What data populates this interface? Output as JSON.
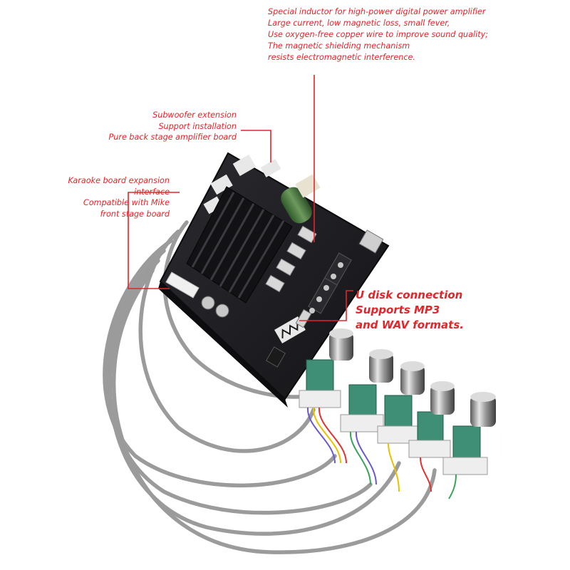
{
  "callouts": {
    "inductor": {
      "lines": [
        "Special inductor for high-power digital power amplifier",
        "Large current, low magnetic loss, small fever,",
        "Use oxygen-free copper wire to improve sound quality;",
        "The magnetic shielding mechanism",
        "resists electromagnetic interference."
      ]
    },
    "subwoofer": {
      "lines": [
        "Subwoofer extension",
        "Support installation",
        "Pure back stage amplifier board"
      ]
    },
    "karaoke": {
      "lines": [
        "Karaoke board expansion",
        "interface",
        "Compatible with Mike",
        "front stage board"
      ]
    },
    "udisk": {
      "lines": [
        "U disk connection",
        "Supports MP3",
        "and WAV formats."
      ]
    }
  },
  "colors": {
    "callout_text": "#e0262b",
    "leader_line": "#e0262b",
    "pcb": "#1e1e22",
    "heatsink": "#121214",
    "cable": "#9b9b9b",
    "inductor": "#4f7a43",
    "knob_cap": "#c8c8c8",
    "potentiometer": "#3f8f76"
  },
  "icons": {
    "bluetooth_module": "bluetooth-antenna-icon"
  }
}
